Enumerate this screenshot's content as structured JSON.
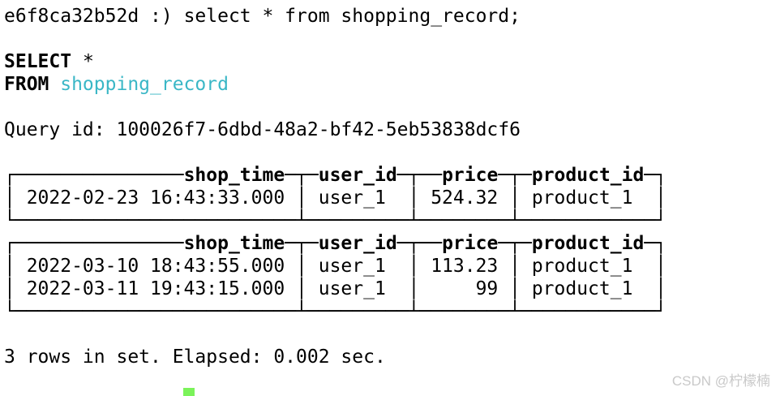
{
  "colors": {
    "background": "#ffffff",
    "text": "#000000",
    "identifier_teal": "#3ab7c6",
    "cursor_green": "#7bf35a",
    "watermark_gray": "#c9c9c9"
  },
  "terminal": {
    "prompt_line": {
      "prompt": "e6f8ca32b52d :) ",
      "typed_query": "select * from shopping_record;"
    },
    "sql_echo": {
      "select_keyword": "SELECT",
      "select_args": " *",
      "from_keyword": "FROM",
      "table_identifier": " shopping_record"
    },
    "query_id_line": "Query id: 100026f7-6dbd-48a2-bf42-5eb53838dcf6",
    "result_tables": [
      {
        "columns": [
          {
            "name": "shop_time",
            "align": "right"
          },
          {
            "name": "user_id",
            "align": "left"
          },
          {
            "name": "price",
            "align": "right"
          },
          {
            "name": "product_id",
            "align": "left"
          }
        ],
        "rows": [
          [
            "2022-02-23 16:43:33.000",
            "user_1",
            "524.32",
            "product_1"
          ]
        ]
      },
      {
        "columns": [
          {
            "name": "shop_time",
            "align": "right"
          },
          {
            "name": "user_id",
            "align": "left"
          },
          {
            "name": "price",
            "align": "right"
          },
          {
            "name": "product_id",
            "align": "left"
          }
        ],
        "rows": [
          [
            "2022-03-10 18:43:55.000",
            "user_1",
            "113.23",
            "product_1"
          ],
          [
            "2022-03-11 19:43:15.000",
            "user_1",
            "99",
            "product_1"
          ]
        ]
      }
    ],
    "status_line": "3 rows in set. Elapsed: 0.002 sec."
  },
  "watermark": "CSDN @柠檬楠"
}
